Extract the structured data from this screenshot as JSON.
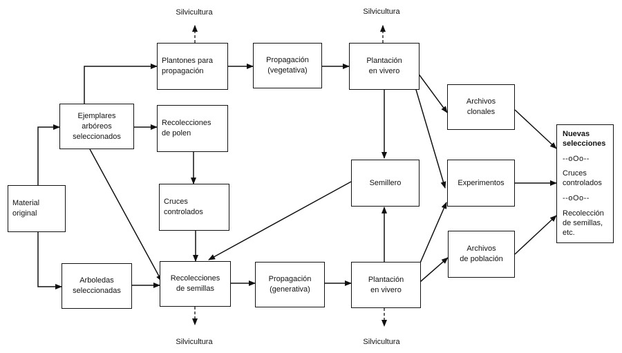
{
  "boxes": {
    "material_original": "Material\noriginal",
    "ejemplares": "Ejemplares\narbóreos\nseleccionados",
    "arboledas": "Arboledas\nseleccionadas",
    "plantones": "Plantones para\npropagación",
    "recolecciones_polen": "Recolecciones\nde polen",
    "cruces": "Cruces\ncontrolados",
    "recolecciones_semillas": "Recolecciones\nde semillas",
    "prop_vegetativa": "Propagación\n(vegetativa)",
    "prop_generativa": "Propagación\n(generativa)",
    "plantacion_top": "Plantación\nen vivero",
    "plantacion_bottom": "Plantación\nen vivero",
    "semillero": "Semillero",
    "archivos_clonales": "Archivos\nclonales",
    "experimentos": "Experimentos",
    "archivos_poblacion": "Archivos\nde población"
  },
  "silvicultura": {
    "top_left": "Silvicultura",
    "top_right": "Silvicultura",
    "bottom_left": "Silvicultura",
    "bottom_right": "Silvicultura"
  },
  "results": {
    "nuevas": "Nuevas",
    "selecciones": "selecciones",
    "sep1": "--oOo--",
    "cruces": "Cruces",
    "controlados": "controlados",
    "sep2": "--oOo--",
    "recoleccion": "Recolección",
    "semillas": "de semillas,",
    "etc": "etc."
  }
}
